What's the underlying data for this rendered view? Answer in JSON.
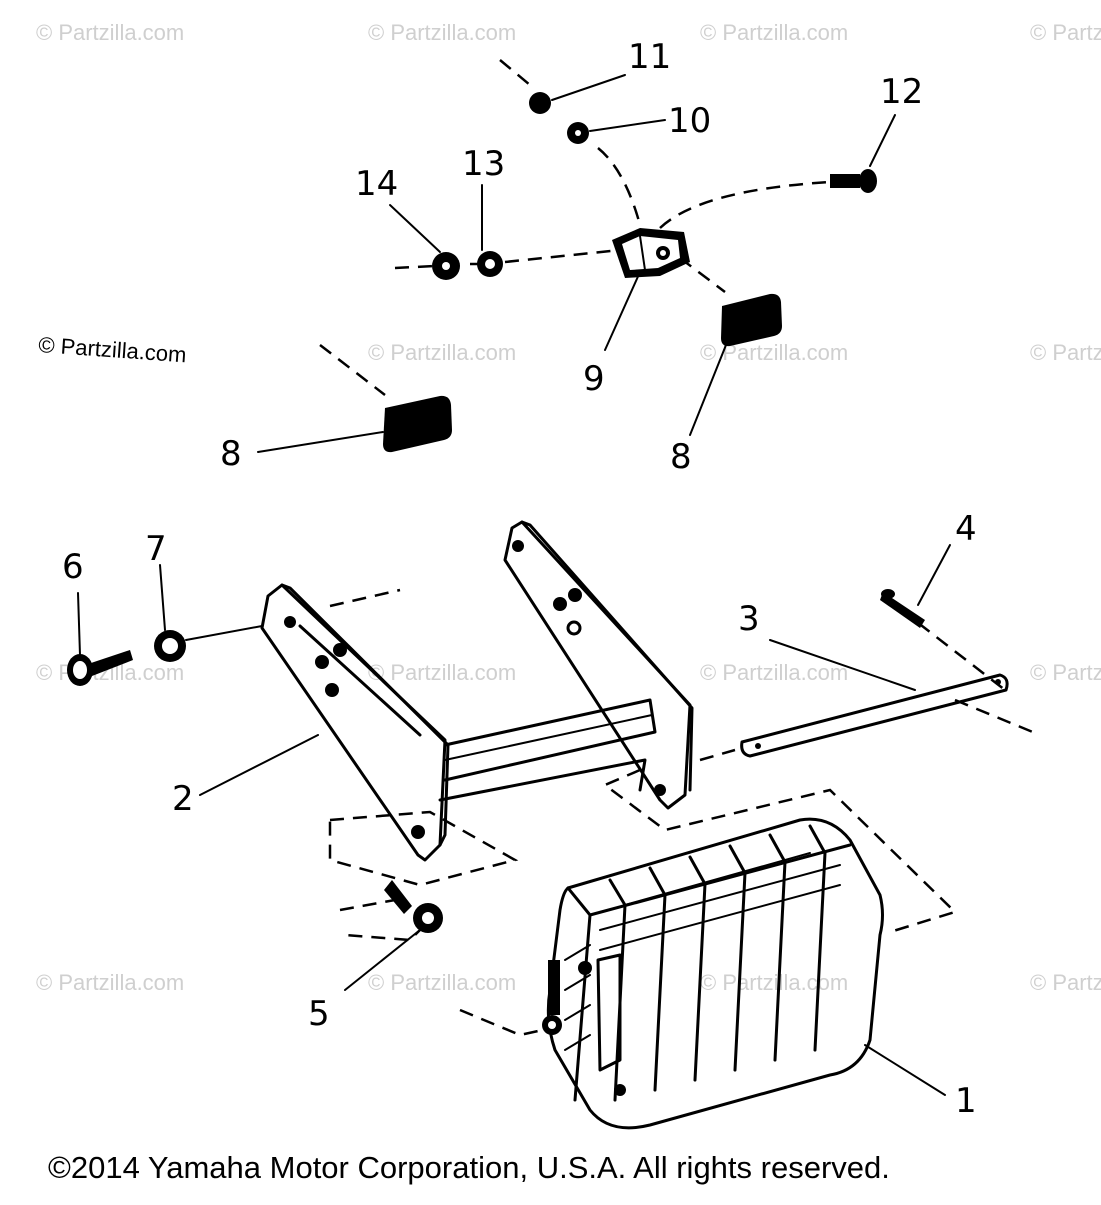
{
  "diagram": {
    "callouts": [
      "1",
      "2",
      "3",
      "4",
      "5",
      "6",
      "7",
      "8",
      "8",
      "9",
      "10",
      "11",
      "12",
      "13",
      "14"
    ],
    "watermark_text": "© Partzilla.com",
    "corner_watermark_text": "© Partzilla.com",
    "copyright": "©2014  Yamaha Motor Corporation, U.S.A. All rights reserved."
  }
}
